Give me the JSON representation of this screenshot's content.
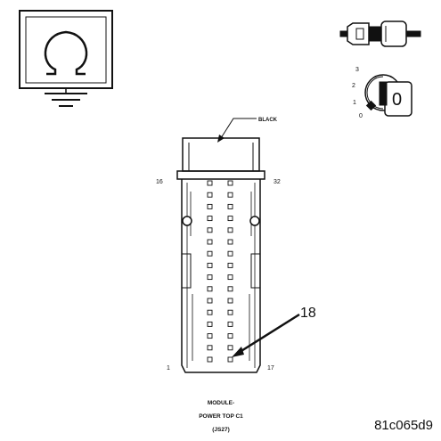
{
  "ohmmeter_symbol": {
    "glyph": "Ω",
    "icon": "ohmmeter-ground-icon"
  },
  "ignition_key": {
    "icon": "ignition-key-icon",
    "positions": [
      "3",
      "2",
      "1",
      "0"
    ],
    "selected_position": "0"
  },
  "connector": {
    "color_label": "BLACK",
    "pin_top_left": "16",
    "pin_top_right": "32",
    "pin_bottom_left": "1",
    "pin_bottom_right": "17",
    "pin_rows": 16,
    "pin_columns": 2,
    "highlighted_pin": "18",
    "caption_line1": "MODULE-",
    "caption_line2": "POWER TOP C1",
    "caption_line3": "(JS27)"
  },
  "figure_code": "81c065d9",
  "colors": {
    "ink": "#111111",
    "background": "#ffffff"
  }
}
